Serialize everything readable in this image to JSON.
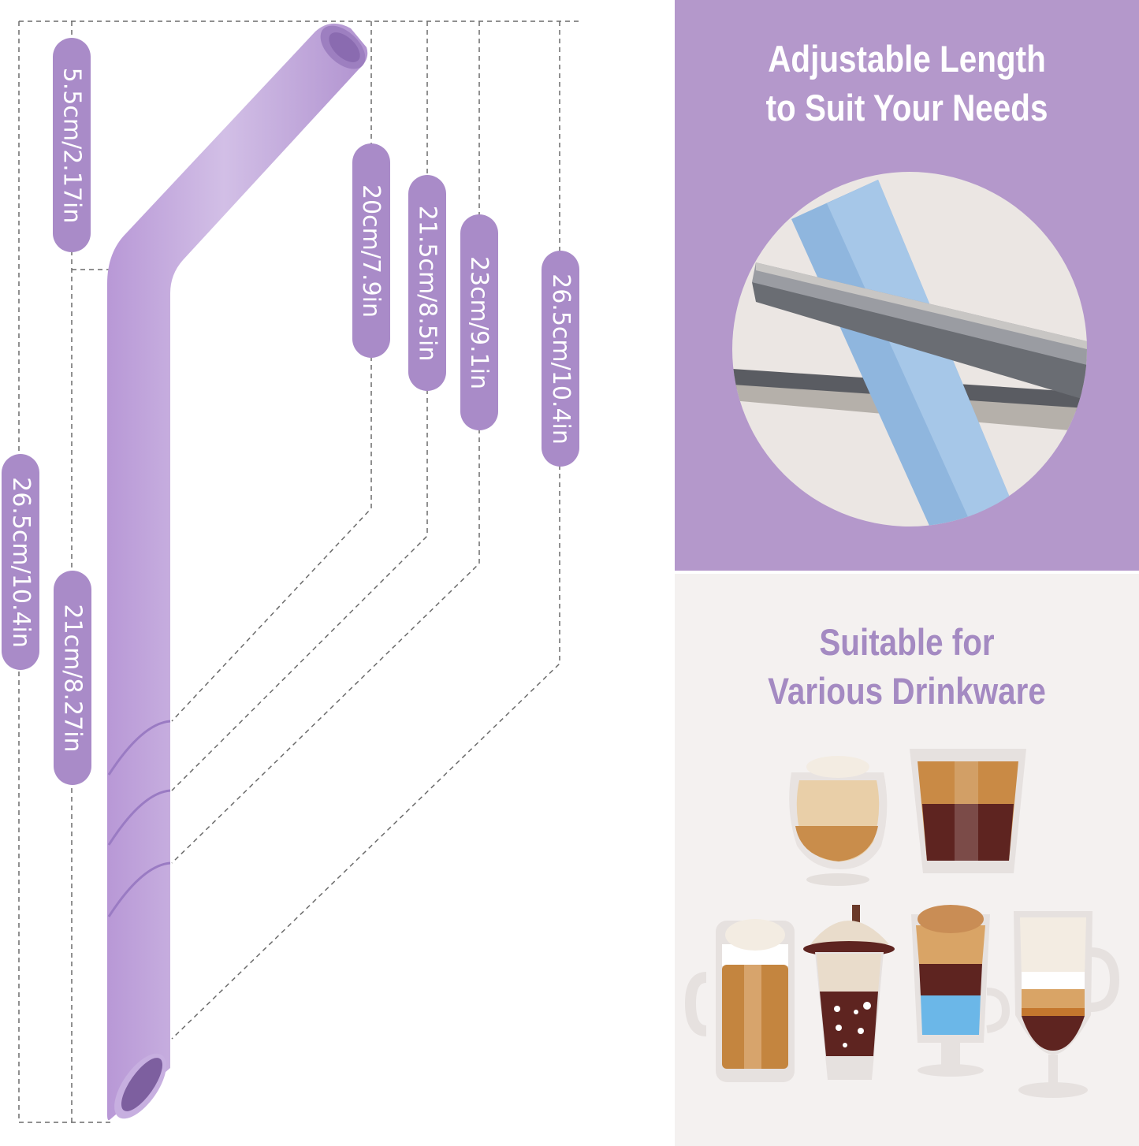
{
  "diagram": {
    "title": "Straw dimension diagram",
    "straw_color": "#c9b0e0",
    "label_bg": "#a98bc8",
    "labels": {
      "tip_segment": "5.5cm/2.17in",
      "cut_1": "20cm/7.9in",
      "cut_2": "21.5cm/8.5in",
      "cut_3": "23cm/9.1in",
      "cut_full": "26.5cm/10.4in",
      "total_height": "26.5cm/10.4in",
      "long_segment": "21cm/8.27in"
    }
  },
  "features": {
    "adjustable": {
      "heading_line1": "Adjustable Length",
      "heading_line2": "to Suit Your Needs",
      "image": "scissors-cutting-blue-straw",
      "bg": "#b498cb"
    },
    "drinkware": {
      "heading_line1": "Suitable for",
      "heading_line2": "Various Drinkware",
      "image": "assorted-coffee-drinks",
      "bg": "#f4f1f0",
      "text_color": "#a48ac2"
    }
  }
}
